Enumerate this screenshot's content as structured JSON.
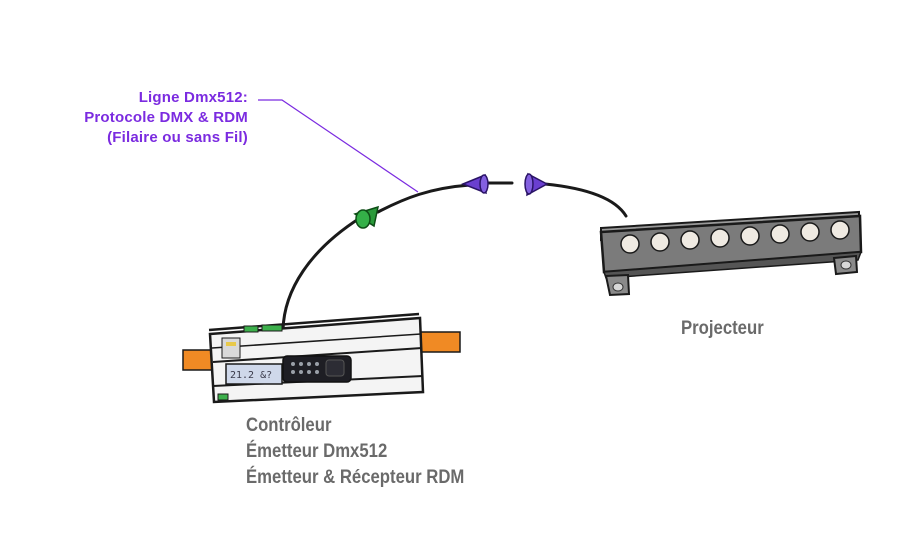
{
  "line_label": {
    "line1": "Ligne Dmx512:",
    "line2": "Protocole DMX & RDM",
    "line3": "(Filaire ou sans Fil)"
  },
  "projector": {
    "label": "Projecteur",
    "led_count": 8
  },
  "controller": {
    "line1": "Contrôleur",
    "line2": "Émetteur Dmx512",
    "line3": "Émetteur & Récepteur RDM",
    "display": "21.2 &?"
  },
  "colors": {
    "label_purple": "#7b2be0",
    "connector_green": "#2a9a3a",
    "connector_purple": "#6a3fd0",
    "cable_orange": "#f08a24",
    "text_gray": "#6a6a6a"
  }
}
